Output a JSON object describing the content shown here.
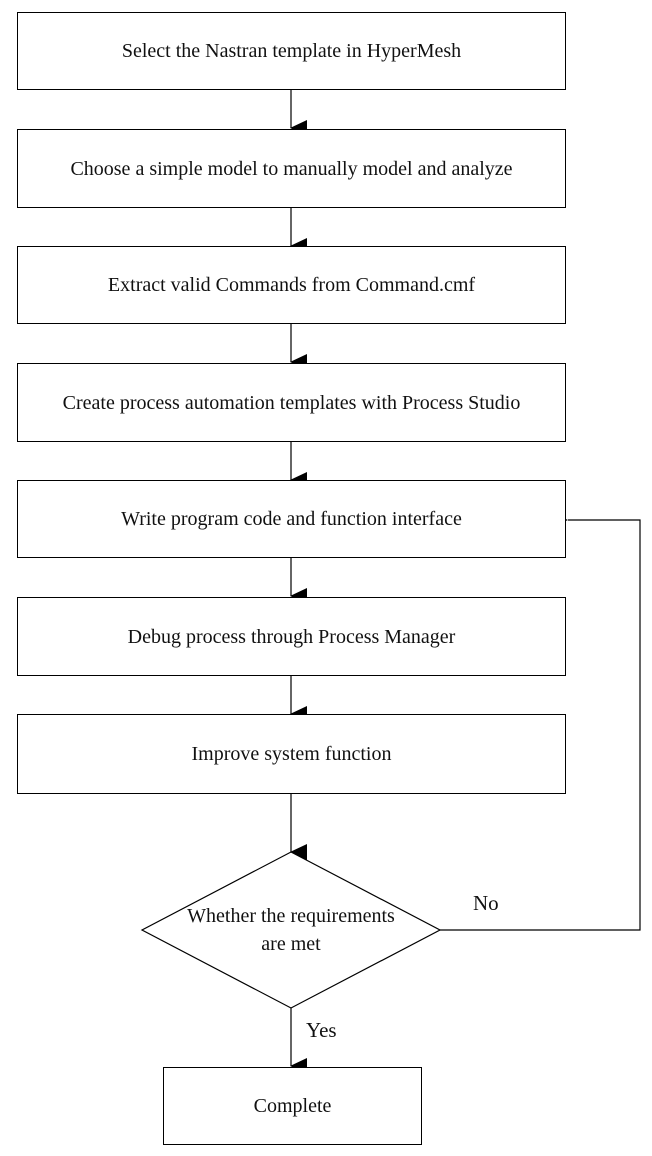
{
  "steps": [
    "Select the Nastran template in HyperMesh",
    "Choose a simple model to manually model and analyze",
    "Extract valid Commands from Command.cmf",
    "Create process automation templates with Process Studio",
    "Write program code and function interface",
    "Debug process through Process Manager",
    "Improve system function"
  ],
  "decision": {
    "text": "Whether the requirements are met",
    "no_label": "No",
    "yes_label": "Yes"
  },
  "end": "Complete"
}
